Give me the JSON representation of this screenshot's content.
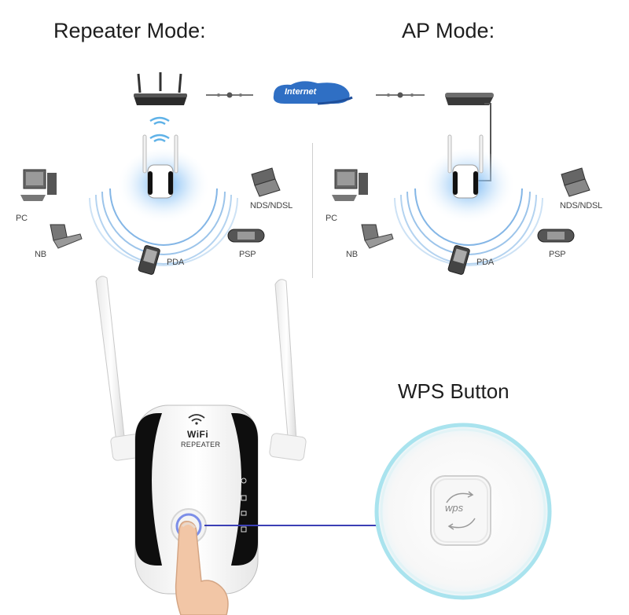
{
  "headings": {
    "repeater_mode": "Repeater Mode:",
    "ap_mode": "AP Mode:",
    "wps_button": "WPS Button"
  },
  "internet_label": "Internet",
  "repeater_diagram": {
    "devices": {
      "pc": "PC",
      "nb": "NB",
      "pda": "PDA",
      "nds": "NDS/NDSL",
      "psp": "PSP"
    }
  },
  "ap_diagram": {
    "devices": {
      "pc": "PC",
      "nb": "NB",
      "pda": "PDA",
      "nds": "NDS/NDSL",
      "psp": "PSP"
    }
  },
  "repeater_device": {
    "brand": "WiFi",
    "model": "REPEATER"
  },
  "wps_closeup": {
    "label": "wps"
  },
  "colors": {
    "signal_blue": "#4a8fd8",
    "internet_cloud": "#2f6fc4",
    "connector_line": "#3b3fb5",
    "device_black": "#111111",
    "wps_ring": "#a9e3ee"
  }
}
